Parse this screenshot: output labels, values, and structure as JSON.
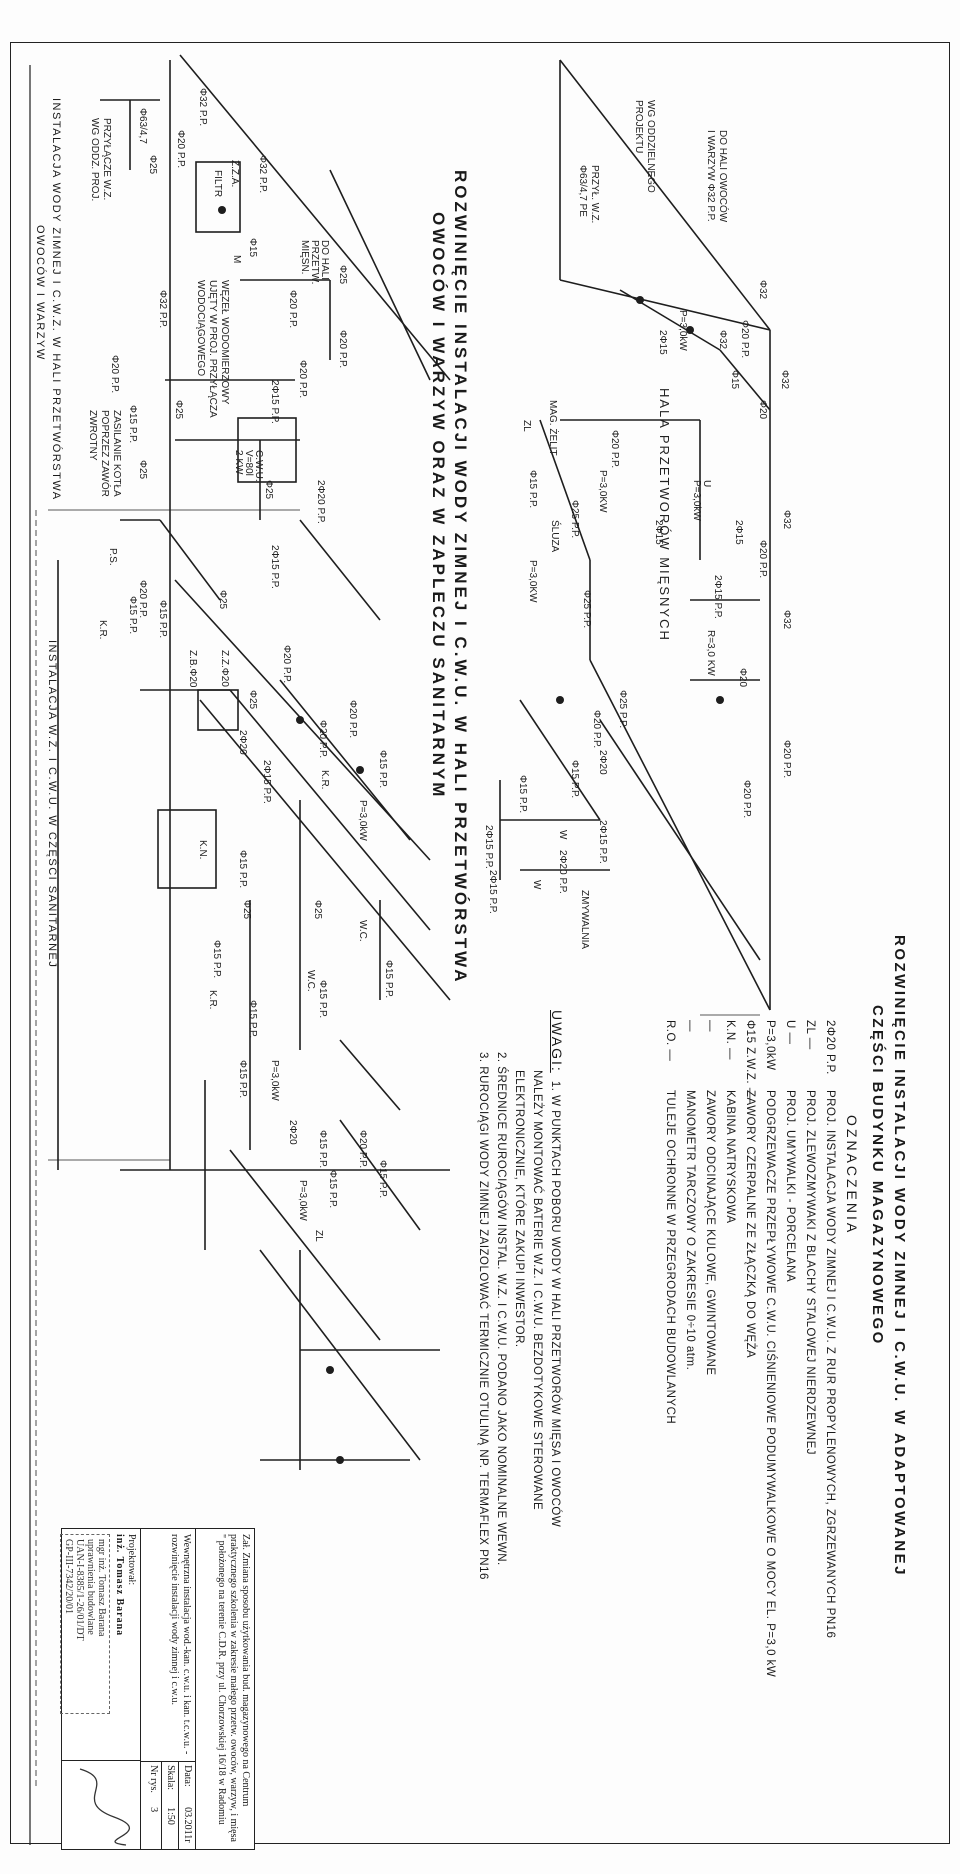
{
  "titles": {
    "right_title_line1": "ROZWINIĘCIE INSTALACJI WODY ZIMNEJ I C.W.U. W ADAPTOWANEJ",
    "right_title_line2": "CZĘŚCI BUDYNKU MAGAZYNOWEGO",
    "center_title_line1": "ROZWINIĘCIE INSTALACJI WODY ZIMNEJ I C.W.U. W HALI PRZETWÓRSTWA",
    "center_title_line2": "OWOCÓW I WARZYW ORAZ W ZAPLECZU SANITARNYM",
    "left_title_top_line1": "INSTALACJA WODY ZIMNEJ I C.W.Z. W HALI PRZETWÓRSTWA",
    "left_title_top_line2": "OWOCÓW I WARZYW",
    "left_title_bottom": "INSTALACJA W.Z. I C.W.U. W CZĘŚCI SANITARNEJ",
    "hall_label": "HALA PRZETWORÓW MIĘSNYCH"
  },
  "legend": {
    "heading": "OZNACZENIA",
    "items": [
      {
        "symbol": "2Φ20 P.P.",
        "text": "PROJ. INSTALACJA WODY ZIMNEJ I C.W.U. Z RUR PROPYLENOWYCH, ZGRZEWANYCH PN16"
      },
      {
        "symbol": "ZL —",
        "text": "PROJ. ZLEWOZMYWAKI Z BLACHY STALOWEJ NIERDZEWNEJ"
      },
      {
        "symbol": "U —",
        "text": "PROJ. UMYWALKI - PORCELANA"
      },
      {
        "symbol": "P=3,0kW",
        "text": "PODGRZEWACZE PRZEPŁYWOWE C.W.U. CIŚNIENIOWE PODUMYWALKOWE O MOCY EL. P=3,0 kW"
      },
      {
        "symbol": "Φ15 Z.W.Z. —",
        "text": "ZAWORY CZERPALNE ZE ZŁĄCZKĄ DO WĘŻA"
      },
      {
        "symbol": "K.N. —",
        "text": "KABINA NATRYSKOWA"
      },
      {
        "symbol": "—",
        "text": "ZAWORY ODCINAJĄCE KULOWE, GWINTOWANE"
      },
      {
        "symbol": "—",
        "text": "MANOMETR TARCZOWY O ZAKRESIE 0÷10 atm."
      },
      {
        "symbol": "R.O. —",
        "text": "TULEJE OCHRONNE W PRZEGRODACH BUDOWLANYCH"
      }
    ]
  },
  "notes": {
    "heading": "UWAGI:",
    "lines": [
      "1. W PUNKTACH POBORU WODY W HALI PRZETWORÓW MIĘSA I OWOCÓW",
      "NALEŻY MONTOWAĆ BATERIE W.Z. I C.W.U. BEZDOTYKOWE STEROWANE",
      "ELEKTRONICZNIE, KTÓRE ZAKUPI INWESTOR.",
      "2. ŚREDNICE RUROCIĄGÓW INSTAL. W.Z. I C.W.U. PODANO JAKO NOMINALNE WEWN.",
      "3. RUROCIĄGI WODY ZIMNEJ ZAIZOLOWAĆ TERMICZNIE OTULINĄ NP. TERMAFLEX PN16"
    ]
  },
  "title_block": {
    "project_desc": "Zał. Zmiana sposobu użytkowania bud. magazynowego na Centrum praktycznego szkolenia w zakresie małego przetw. owoców, warzyw, i mięsa \" położonego na terenie C.D.R. przy ul. Chorzowskiej 16/18 w Radomiu",
    "drawing_desc": "Wewnętrzna instalacja wod.-kan. c.w.u. i kan. t.c.w.u. - rozwinięcie instalacji wody zimnej i c.w.u.",
    "designer_label": "Projektował:",
    "designer_name": "inż. Tomasz Barana",
    "date_label": "Data:",
    "date_value": "03.2011r",
    "scale_label": "Skala:",
    "scale_value": "1:50",
    "sheet_label": "Nr rys.",
    "sheet_value": "3"
  },
  "stamp": {
    "line1": "mgr inż. Tomasz Barana",
    "line2": "uprawnienia budowlane",
    "line3": "UAN-I-8385/1-26/01/DT",
    "line4": "GP-III-7342/20/01"
  },
  "diagram_labels": [
    "Φ32 P.P.",
    "Φ63/4,7",
    "PRZYŁĄCZE W.Z. WG ODDZ. PROJ.",
    "Φ20 P.P.",
    "Φ25",
    "Φ32 P.P.",
    "FILTR",
    "Z.Z.A.",
    "W",
    "Φ15",
    "M",
    "DO HALI PRZETW. MIĘSN.",
    "WĘZEŁ WODOMIERZOWY UJĘTY W PROJ. PRZYŁĄCZA WODOCIĄGOWEGO",
    "ZASILANIE KOTŁA POPRZEZ ZAWÓR ZWROTNY",
    "C.W.U. 2 KW",
    "V=80l",
    "P=3,0kW",
    "DO HALI OWOCÓW I WARZYW Φ32 P.P.",
    "WG ODDZIELNEGO PROJEKTU",
    "PRZYŁ. W.Z. Φ63/4,7 PE",
    "MAG. ZELIT",
    "ZL",
    "U",
    "ŚLUZA",
    "Z.B.Φ20",
    "Z.Z.Φ20",
    "K.R.",
    "K.N.",
    "P.S.",
    "W.C.",
    "ZMYWALNIA",
    "P=3,0 KW",
    "Φ25 P.P.",
    "2Φ15 P.P.",
    "2Φ20 P.P.",
    "R=3,0 KW"
  ]
}
